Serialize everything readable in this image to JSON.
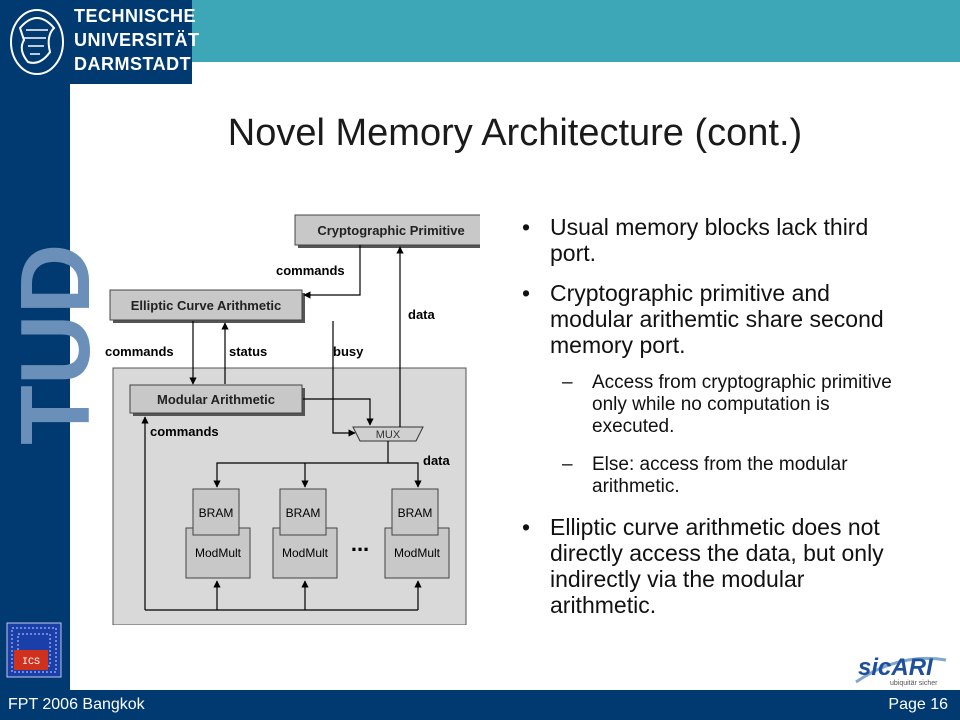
{
  "header": {
    "university_lines": [
      "TECHNISCHE",
      "UNIVERSITÄT",
      "DARMSTADT"
    ],
    "side_logo": "TUD"
  },
  "slide": {
    "title": "Novel Memory Architecture (cont.)"
  },
  "diagram": {
    "crypto_primitive": "Cryptographic Primitive",
    "elliptic_curve": "Elliptic Curve Arithmetic",
    "modular_arith": "Modular Arithmetic",
    "lbl_commands_top": "commands",
    "lbl_data_right": "data",
    "lbl_commands_left": "commands",
    "lbl_status": "status",
    "lbl_busy": "busy",
    "lbl_commands_inner": "commands",
    "mux": "MUX",
    "lbl_data_inner": "data",
    "units": [
      {
        "bram": "BRAM",
        "modmult": "ModMult"
      },
      {
        "bram": "BRAM",
        "modmult": "ModMult"
      },
      {
        "bram": "BRAM",
        "modmult": "ModMult"
      }
    ],
    "ellipsis": "..."
  },
  "bullets": [
    {
      "text": "Usual memory blocks lack third port."
    },
    {
      "text": "Cryptographic primitive and modular arithemtic share second memory port."
    },
    {
      "text": "Elliptic curve arithmetic does not directly access the data, but only indirectly via the modular arithmetic."
    }
  ],
  "sub_bullets": [
    {
      "text": "Access from cryptographic primitive only while no computation is executed."
    },
    {
      "text": "Else: access from the modular arithmetic."
    }
  ],
  "bullet_mark": "•",
  "sub_mark": "–",
  "logos": {
    "ics": "ICS",
    "sicari": "sicARI",
    "sicari_tag": "ubiquitär sicher"
  },
  "footer": {
    "left": "FPT 2006 Bangkok",
    "right": "Page 16"
  }
}
